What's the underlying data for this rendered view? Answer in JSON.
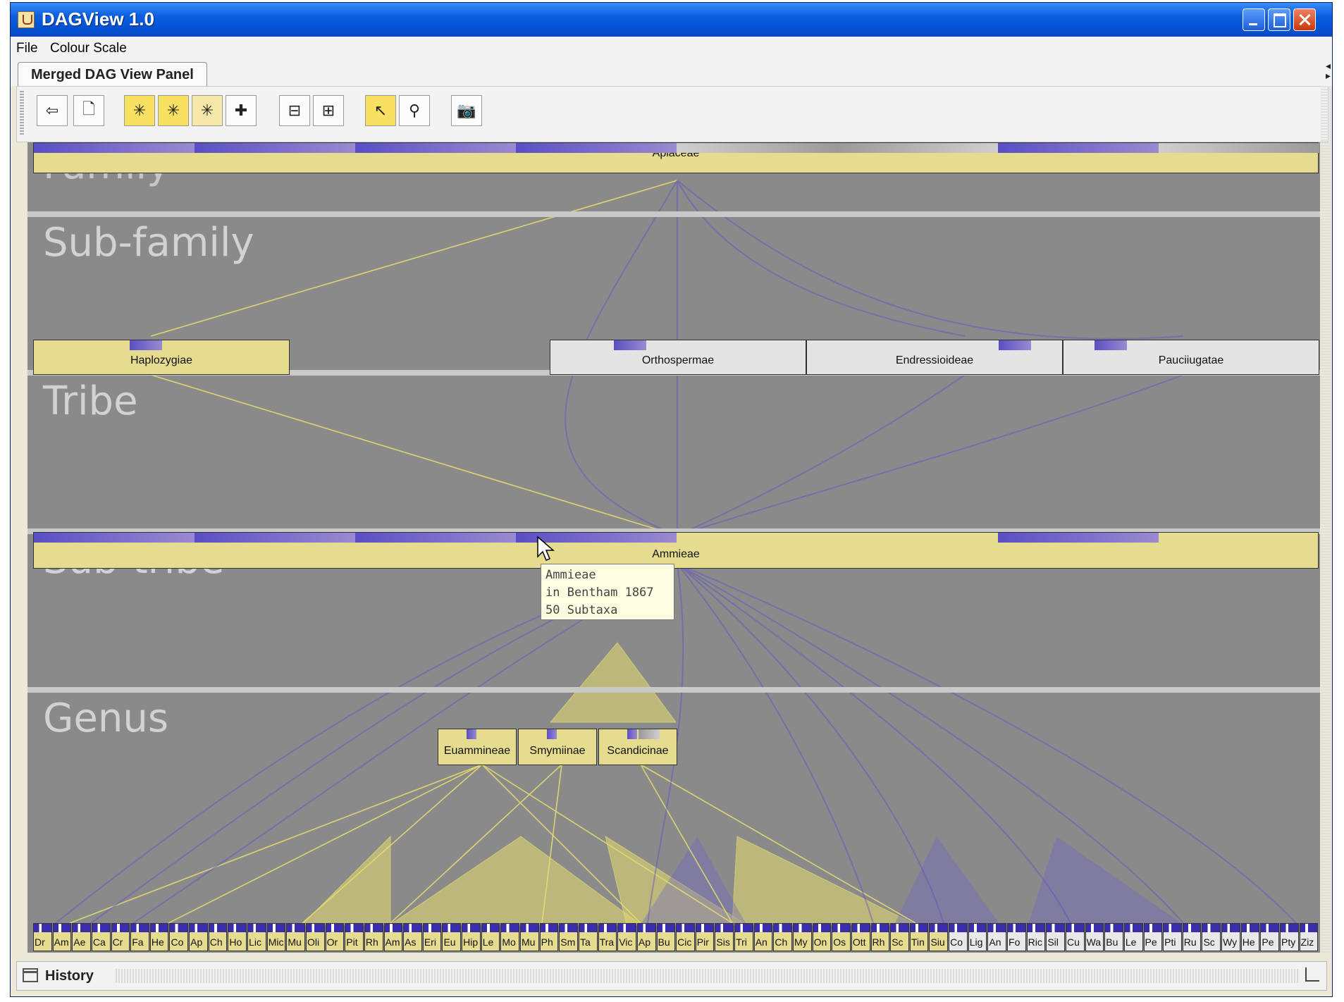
{
  "window": {
    "title": "DAGView 1.0"
  },
  "menu": {
    "items": [
      "File",
      "Colour Scale"
    ]
  },
  "tabs": [
    {
      "label": "Merged DAG View Panel"
    }
  ],
  "toolbar": {
    "buttons": [
      {
        "name": "back-button",
        "icon": "arrow-left-icon",
        "glyph": "⇦"
      },
      {
        "name": "new-button",
        "icon": "new-page-icon",
        "glyph": "🗋"
      },
      {
        "name": "highlight-button-1",
        "icon": "highlight-icon",
        "glyph": "✳"
      },
      {
        "name": "highlight-button-2",
        "icon": "highlight-icon",
        "glyph": "✳"
      },
      {
        "name": "highlight-button-3",
        "icon": "highlight-icon",
        "glyph": "✳"
      },
      {
        "name": "add-highlight-button",
        "icon": "highlight-add-icon",
        "glyph": "✚"
      },
      {
        "name": "layout-button-1",
        "icon": "layout-icon",
        "glyph": "⊟"
      },
      {
        "name": "layout-button-2",
        "icon": "layout-stack-icon",
        "glyph": "⊞"
      },
      {
        "name": "select-tool-button",
        "icon": "pointer-icon",
        "glyph": "↖"
      },
      {
        "name": "zoom-tool-button",
        "icon": "magnifier-icon",
        "glyph": "⚲"
      },
      {
        "name": "snapshot-button",
        "icon": "camera-icon",
        "glyph": "📷"
      }
    ]
  },
  "bands": [
    {
      "label": "Family"
    },
    {
      "label": "Sub-family"
    },
    {
      "label": "Tribe"
    },
    {
      "label": "Sub-tribe"
    },
    {
      "label": "Genus"
    }
  ],
  "nodes": {
    "family": [
      {
        "label": "Apiaceae"
      }
    ],
    "subfamily": [
      {
        "label": "Haplozygiae"
      },
      {
        "label": "Orthospermae"
      },
      {
        "label": "Endressioideae"
      },
      {
        "label": "Pauciiugatae"
      }
    ],
    "tribe": [
      {
        "label": "Ammieae"
      }
    ],
    "subtribe": [
      {
        "label": "Euammineae"
      },
      {
        "label": "Smymiinae"
      },
      {
        "label": "Scandicinae"
      }
    ],
    "genus": [
      "Dr",
      "Am",
      "Ae",
      "Ca",
      "Cr",
      "Fa",
      "He",
      "Co",
      "Ap",
      "Ch",
      "Ho",
      "Lic",
      "Mic",
      "Mu",
      "Oli",
      "Or",
      "Pit",
      "Rh",
      "Am",
      "As",
      "Eri",
      "Eu",
      "Hip",
      "Le",
      "Mo",
      "Mu",
      "Ph",
      "Sm",
      "Ta",
      "Tra",
      "Vic",
      "Ap",
      "Bu",
      "Cic",
      "Pir",
      "Sis",
      "Tri",
      "An",
      "Ch",
      "My",
      "On",
      "Os",
      "Ott",
      "Rh",
      "Sc",
      "Tin",
      "Siu",
      "Co",
      "Lig",
      "An",
      "Fo",
      "Ric",
      "Sil",
      "Cu",
      "Wa",
      "Bu",
      "Le",
      "Pe",
      "Pti",
      "Ru",
      "Sc",
      "Wy",
      "He",
      "Pe",
      "Pty",
      "Ziz"
    ]
  },
  "tooltip": {
    "line1": "Ammieae",
    "line2": "in Bentham 1867",
    "line3": "50 Subtaxa"
  },
  "status": {
    "history_label": "History"
  },
  "colors": {
    "canvas": "#8a8a8a",
    "node_yellow": "#e6dc90",
    "node_grey": "#e4e4e4",
    "edge_purple": "#5b50c8",
    "edge_yellow": "#e6dc70"
  }
}
